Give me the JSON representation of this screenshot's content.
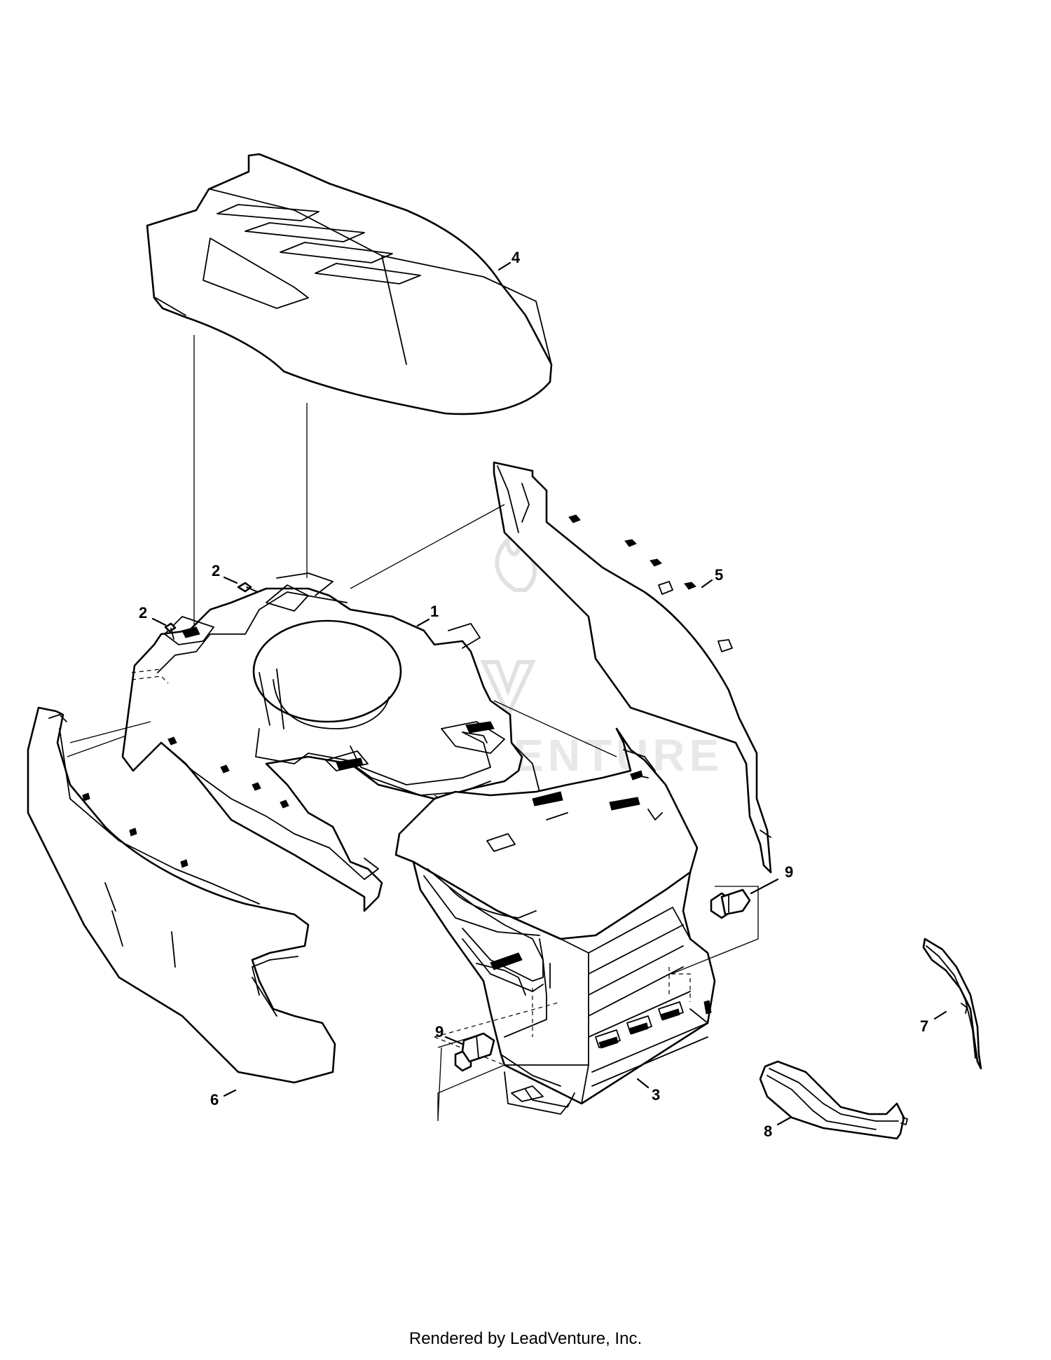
{
  "callouts": [
    {
      "id": "1",
      "part": "hood-frame"
    },
    {
      "id": "2",
      "part": "screw-left"
    },
    {
      "id": "2",
      "part": "screw-upper"
    },
    {
      "id": "3",
      "part": "grille"
    },
    {
      "id": "4",
      "part": "hood-top"
    },
    {
      "id": "5",
      "part": "right-side-panel"
    },
    {
      "id": "6",
      "part": "left-side-panel"
    },
    {
      "id": "7",
      "part": "right-headlight-lens"
    },
    {
      "id": "8",
      "part": "left-headlight-lens"
    },
    {
      "id": "9",
      "part": "grille-bumper-right"
    },
    {
      "id": "9",
      "part": "grille-bumper-left"
    }
  ],
  "watermark": {
    "text": "ADVENTURE",
    "icon": "flame-logo-icon"
  },
  "footer": "Rendered by LeadVenture, Inc."
}
